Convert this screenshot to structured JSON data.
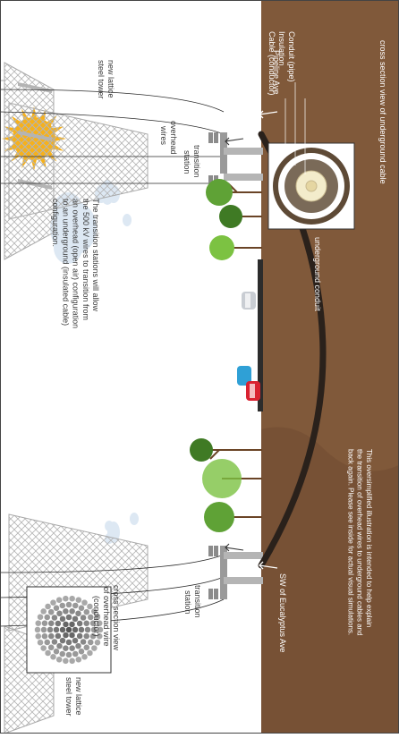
{
  "labels": {
    "tower_top": [
      "new lattice",
      "steel tower"
    ],
    "tower_bottom": [
      "new lattice",
      "steel tower"
    ],
    "overhead_wires": [
      "overhead",
      "wires"
    ],
    "transition_station_top": [
      "transition",
      "station"
    ],
    "transition_station_bottom": [
      "transition",
      "station"
    ],
    "pipeline_ave": "Pipeline Ave",
    "eucalyptus_ave": "SW of Eucalyptus Ave",
    "underground_conduit": "underground conduit",
    "cable_section_title": "cross section view of underground cable",
    "cable_parts": [
      "Conduit (pipe)",
      "Insulation",
      "Cable (conductor)"
    ],
    "overhead_section_title": [
      "cross section view",
      "of overhead wire",
      "(conductor)"
    ],
    "explanation": [
      "The transition stations will allow",
      "the 500 kV wires to transition from",
      "an overhead (open air) configuration",
      "to an underground (insulated cable)",
      "configuration."
    ],
    "disclaimer": [
      "This oversimplified illustration is intended to help explain",
      "the transition of overhead wires to underground cables and",
      "back again. Please see inside for actual visual simulations."
    ]
  },
  "colors": {
    "ground": "#80593a",
    "ground_dark": "#6e4a2f",
    "conduit": "#2a211b",
    "sun": "#f6b11c",
    "cloud": "#dde8f3",
    "tree_light": "#7cc242",
    "tree_mid": "#5fa236",
    "tree_dark": "#3f7a24",
    "trunk": "#6a4426",
    "tower": "#b9b9b9",
    "station": "#9a9a9a",
    "car_red": "#d92231",
    "car_blue": "#2fa0d6",
    "car_gray": "#c9cdd3"
  },
  "icons": [
    "sun-icon",
    "cloud-icon",
    "tree-icon",
    "car-icon",
    "lattice-tower-icon",
    "transition-station-icon"
  ]
}
